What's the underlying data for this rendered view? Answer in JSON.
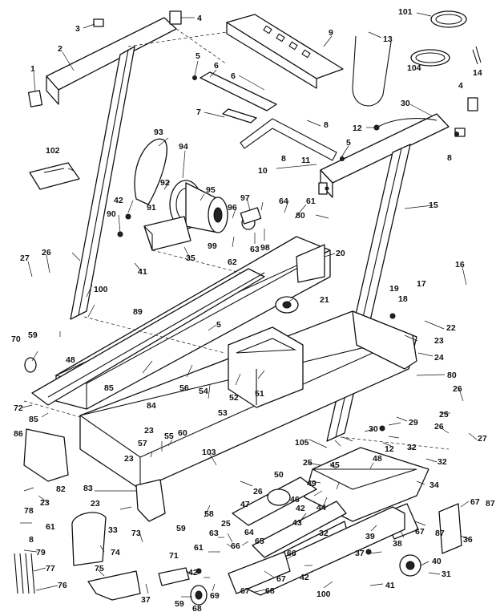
{
  "diagram": {
    "background": "#ffffff",
    "ink": "#111111",
    "callouts": [
      {
        "id": "c1",
        "text": "1"
      },
      {
        "id": "c2",
        "text": "2"
      },
      {
        "id": "c3",
        "text": "3"
      },
      {
        "id": "c4a",
        "text": "4"
      },
      {
        "id": "c4b",
        "text": "4"
      },
      {
        "id": "c5a",
        "text": "5"
      },
      {
        "id": "c5b",
        "text": "5"
      },
      {
        "id": "c5c",
        "text": "5"
      },
      {
        "id": "c6a",
        "text": "6"
      },
      {
        "id": "c6b",
        "text": "6"
      },
      {
        "id": "c7",
        "text": "7"
      },
      {
        "id": "c8a",
        "text": "8"
      },
      {
        "id": "c8b",
        "text": "8"
      },
      {
        "id": "c8c",
        "text": "8"
      },
      {
        "id": "c8d",
        "text": "8"
      },
      {
        "id": "c9",
        "text": "9"
      },
      {
        "id": "c10",
        "text": "10"
      },
      {
        "id": "c11",
        "text": "11"
      },
      {
        "id": "c12a",
        "text": "12"
      },
      {
        "id": "c12b",
        "text": "12"
      },
      {
        "id": "c13",
        "text": "13"
      },
      {
        "id": "c14",
        "text": "14"
      },
      {
        "id": "c15",
        "text": "15"
      },
      {
        "id": "c16",
        "text": "16"
      },
      {
        "id": "c17",
        "text": "17"
      },
      {
        "id": "c18",
        "text": "18"
      },
      {
        "id": "c19",
        "text": "19"
      },
      {
        "id": "c20",
        "text": "20"
      },
      {
        "id": "c21",
        "text": "21"
      },
      {
        "id": "c22",
        "text": "22"
      },
      {
        "id": "c23a",
        "text": "23"
      },
      {
        "id": "c23b",
        "text": "23"
      },
      {
        "id": "c23c",
        "text": "23"
      },
      {
        "id": "c23d",
        "text": "23"
      },
      {
        "id": "c23e",
        "text": "23"
      },
      {
        "id": "c24",
        "text": "24"
      },
      {
        "id": "c25a",
        "text": "25"
      },
      {
        "id": "c25b",
        "text": "25"
      },
      {
        "id": "c25c",
        "text": "25"
      },
      {
        "id": "c26a",
        "text": "26"
      },
      {
        "id": "c26b",
        "text": "26"
      },
      {
        "id": "c26c",
        "text": "26"
      },
      {
        "id": "c26d",
        "text": "26"
      },
      {
        "id": "c27a",
        "text": "27"
      },
      {
        "id": "c27b",
        "text": "27"
      },
      {
        "id": "c29",
        "text": "29"
      },
      {
        "id": "c30a",
        "text": "30"
      },
      {
        "id": "c30b",
        "text": "30"
      },
      {
        "id": "c31",
        "text": "31"
      },
      {
        "id": "c32a",
        "text": "32"
      },
      {
        "id": "c32b",
        "text": "32"
      },
      {
        "id": "c32c",
        "text": "32"
      },
      {
        "id": "c33",
        "text": "33"
      },
      {
        "id": "c34",
        "text": "34"
      },
      {
        "id": "c35",
        "text": "35"
      },
      {
        "id": "c36",
        "text": "36"
      },
      {
        "id": "c37a",
        "text": "37"
      },
      {
        "id": "c37b",
        "text": "37"
      },
      {
        "id": "c38",
        "text": "38"
      },
      {
        "id": "c39",
        "text": "39"
      },
      {
        "id": "c40",
        "text": "40"
      },
      {
        "id": "c41a",
        "text": "41"
      },
      {
        "id": "c41b",
        "text": "41"
      },
      {
        "id": "c42a",
        "text": "42"
      },
      {
        "id": "c42b",
        "text": "42"
      },
      {
        "id": "c42c",
        "text": "42"
      },
      {
        "id": "c42d",
        "text": "42"
      },
      {
        "id": "c43",
        "text": "43"
      },
      {
        "id": "c44",
        "text": "44"
      },
      {
        "id": "c45",
        "text": "45"
      },
      {
        "id": "c46",
        "text": "46"
      },
      {
        "id": "c47",
        "text": "47"
      },
      {
        "id": "c48a",
        "text": "48"
      },
      {
        "id": "c48b",
        "text": "48"
      },
      {
        "id": "c49",
        "text": "49"
      },
      {
        "id": "c50",
        "text": "50"
      },
      {
        "id": "c51",
        "text": "51"
      },
      {
        "id": "c52",
        "text": "52"
      },
      {
        "id": "c53",
        "text": "53"
      },
      {
        "id": "c54",
        "text": "54"
      },
      {
        "id": "c55",
        "text": "55"
      },
      {
        "id": "c56",
        "text": "56"
      },
      {
        "id": "c57",
        "text": "57"
      },
      {
        "id": "c58",
        "text": "58"
      },
      {
        "id": "c59a",
        "text": "59"
      },
      {
        "id": "c59b",
        "text": "59"
      },
      {
        "id": "c59c",
        "text": "59"
      },
      {
        "id": "c60",
        "text": "60"
      },
      {
        "id": "c61a",
        "text": "61"
      },
      {
        "id": "c61b",
        "text": "61"
      },
      {
        "id": "c61c",
        "text": "61"
      },
      {
        "id": "c62",
        "text": "62"
      },
      {
        "id": "c63a",
        "text": "63"
      },
      {
        "id": "c63b",
        "text": "63"
      },
      {
        "id": "c64a",
        "text": "64"
      },
      {
        "id": "c64b",
        "text": "64"
      },
      {
        "id": "c65",
        "text": "65"
      },
      {
        "id": "c66a",
        "text": "66"
      },
      {
        "id": "c66b",
        "text": "66"
      },
      {
        "id": "c67a",
        "text": "67"
      },
      {
        "id": "c67b",
        "text": "67"
      },
      {
        "id": "c67c",
        "text": "67"
      },
      {
        "id": "c67d",
        "text": "67"
      },
      {
        "id": "c68a",
        "text": "68"
      },
      {
        "id": "c68b",
        "text": "68"
      },
      {
        "id": "c69",
        "text": "69"
      },
      {
        "id": "c70",
        "text": "70"
      },
      {
        "id": "c71",
        "text": "71"
      },
      {
        "id": "c72",
        "text": "72"
      },
      {
        "id": "c73",
        "text": "73"
      },
      {
        "id": "c74",
        "text": "74"
      },
      {
        "id": "c75",
        "text": "75"
      },
      {
        "id": "c76",
        "text": "76"
      },
      {
        "id": "c77",
        "text": "77"
      },
      {
        "id": "c78",
        "text": "78"
      },
      {
        "id": "c79",
        "text": "79"
      },
      {
        "id": "c80a",
        "text": "80"
      },
      {
        "id": "c80b",
        "text": "80"
      },
      {
        "id": "c82",
        "text": "82"
      },
      {
        "id": "c83",
        "text": "83"
      },
      {
        "id": "c84",
        "text": "84"
      },
      {
        "id": "c85a",
        "text": "85"
      },
      {
        "id": "c85b",
        "text": "85"
      },
      {
        "id": "c86",
        "text": "86"
      },
      {
        "id": "c87a",
        "text": "87"
      },
      {
        "id": "c87b",
        "text": "87"
      },
      {
        "id": "c89",
        "text": "89"
      },
      {
        "id": "c90",
        "text": "90"
      },
      {
        "id": "c91",
        "text": "91"
      },
      {
        "id": "c92",
        "text": "92"
      },
      {
        "id": "c93",
        "text": "93"
      },
      {
        "id": "c94",
        "text": "94"
      },
      {
        "id": "c95",
        "text": "95"
      },
      {
        "id": "c96",
        "text": "96"
      },
      {
        "id": "c97",
        "text": "97"
      },
      {
        "id": "c98",
        "text": "98"
      },
      {
        "id": "c99",
        "text": "99"
      },
      {
        "id": "c100a",
        "text": "100"
      },
      {
        "id": "c100b",
        "text": "100"
      },
      {
        "id": "c101",
        "text": "101"
      },
      {
        "id": "c102",
        "text": "102"
      },
      {
        "id": "c103",
        "text": "103"
      },
      {
        "id": "c104",
        "text": "104"
      },
      {
        "id": "c105",
        "text": "105"
      }
    ]
  }
}
